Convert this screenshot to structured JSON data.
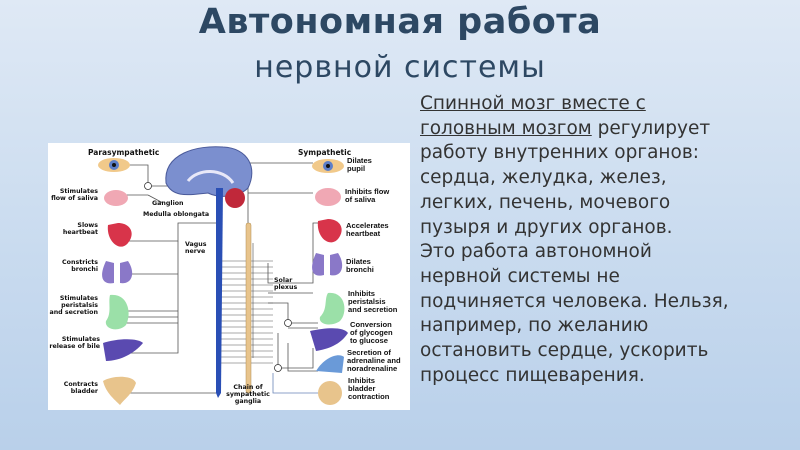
{
  "title": {
    "line1": "Автономная работа",
    "line2": "нервной системы"
  },
  "body": {
    "line1_underlined": "Спинной мозг вместе с",
    "line2_underlined": "головным мозгом",
    "line2_rest": " регулирует",
    "lines": [
      "работу внутренних органов:",
      "сердца, желудка, желез,",
      "легких, печень, мочевого",
      "пузыря и других органов.",
      "Это работа автономной",
      "нервной системы не",
      "подчиняется человека. Нельзя,",
      "например, по желанию",
      "остановить сердце, ускорить",
      "процесс пищеварения."
    ]
  },
  "diagram": {
    "parasympathetic": "Parasympathetic",
    "sympathetic": "Sympathetic",
    "ganglion": "Ganglion",
    "medulla": "Medulla oblongata",
    "vagus": [
      "Vagus",
      "nerve"
    ],
    "solar": [
      "Solar",
      "plexus"
    ],
    "chain": [
      "Chain of",
      "sympathetic",
      "ganglia"
    ],
    "left": [
      [
        "Stimulates",
        "flow of saliva"
      ],
      [
        "Slows",
        "heartbeat"
      ],
      [
        "Constricts",
        "bronchi"
      ],
      [
        "Stimulates",
        "peristalsis",
        "and secretion"
      ],
      [
        "Stimulates",
        "release of bile"
      ],
      [
        "Contracts",
        "bladder"
      ]
    ],
    "right": [
      [
        "Dilates",
        "pupil"
      ],
      [
        "Inhibits flow",
        "of saliva"
      ],
      [
        "Accelerates",
        "heartbeat"
      ],
      [
        "Dilates",
        "bronchi"
      ],
      [
        "Inhibits",
        "peristalsis",
        "and secretion"
      ],
      [
        "Conversion",
        "of glycogen",
        "to glucose"
      ],
      [
        "Secretion of",
        "adrenaline and",
        "noradrenaline"
      ],
      [
        "Inhibits",
        "bladder",
        "contraction"
      ]
    ]
  }
}
